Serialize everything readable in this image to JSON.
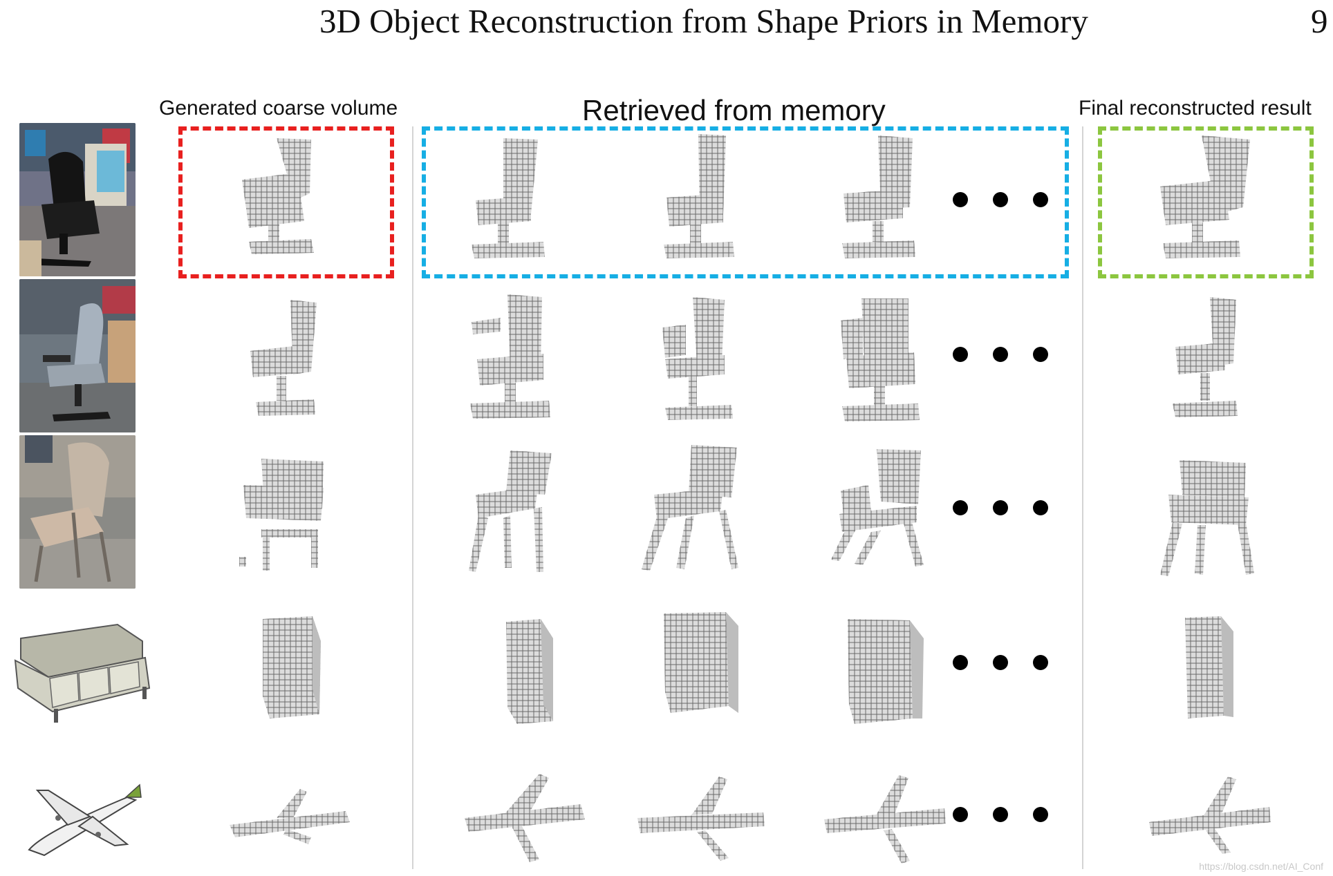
{
  "header": {
    "title": "3D Object Reconstruction from Shape Priors in Memory",
    "page_number": "9"
  },
  "columns": {
    "coarse_label": "Generated coarse volume",
    "memory_label": "Retrieved from memory",
    "final_label": "Final reconstructed result"
  },
  "colors": {
    "coarse_frame": "#e8201f",
    "memory_frame": "#16aee4",
    "final_frame": "#8cc63f",
    "voxel_face": "#dcdcdc",
    "voxel_grid": "#6a6a6a"
  },
  "rows": [
    {
      "input": "office chair photo",
      "voxels": [
        "voxel-chair",
        "voxel-chair",
        "voxel-chair",
        "voxel-chair",
        "voxel-chair"
      ]
    },
    {
      "input": "swivel chair photo",
      "voxels": [
        "voxel-chair",
        "voxel-chair",
        "voxel-chair",
        "voxel-chair",
        "voxel-chair"
      ]
    },
    {
      "input": "folding chair photo",
      "voxels": [
        "voxel-folding-chair",
        "voxel-folding-chair",
        "voxel-folding-chair",
        "voxel-folding-chair",
        "voxel-folding-chair"
      ]
    },
    {
      "input": "sofa rendering",
      "voxels": [
        "voxel-sofa",
        "voxel-sofa",
        "voxel-sofa",
        "voxel-sofa",
        "voxel-sofa"
      ]
    },
    {
      "input": "airplane rendering",
      "voxels": [
        "voxel-airplane",
        "voxel-airplane",
        "voxel-airplane",
        "voxel-airplane",
        "voxel-airplane"
      ]
    }
  ],
  "watermark": "https://blog.csdn.net/AI_Conf"
}
